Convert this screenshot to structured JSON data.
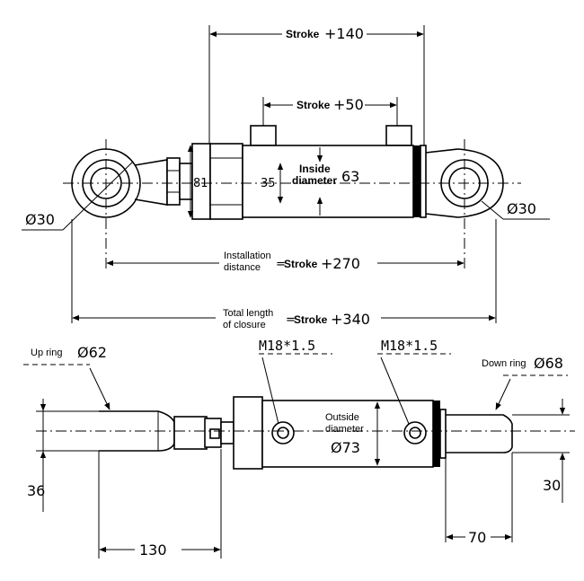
{
  "top_view": {
    "stroke_140": {
      "label": "Stroke",
      "value": "+140"
    },
    "stroke_50": {
      "label": "Stroke",
      "value": "+50"
    },
    "inside_diameter": {
      "line1": "Inside",
      "line2": "diameter",
      "value": "63"
    },
    "dim_81": "81",
    "dim_35": "35",
    "left_eye_diameter": "Ø30",
    "right_eye_diameter": "Ø30",
    "installation": {
      "line1": "Installation",
      "line2": "distance",
      "eq": "=",
      "label": "Stroke",
      "value": "+270"
    },
    "total_length": {
      "line1": "Total length",
      "line2": "of closure",
      "eq": "=",
      "label": "Stroke",
      "value": "+340"
    }
  },
  "bottom_view": {
    "up_ring": {
      "label": "Up ring",
      "value": "Ø62"
    },
    "down_ring": {
      "label": "Down ring",
      "value": "Ø68"
    },
    "port_left": "M18*1.5",
    "port_right": "M18*1.5",
    "outside_diameter": {
      "line1": "Outside",
      "line2": "diameter",
      "value": "Ø73"
    },
    "dim_36": "36",
    "dim_30": "30",
    "dim_130": "130",
    "dim_70": "70"
  }
}
